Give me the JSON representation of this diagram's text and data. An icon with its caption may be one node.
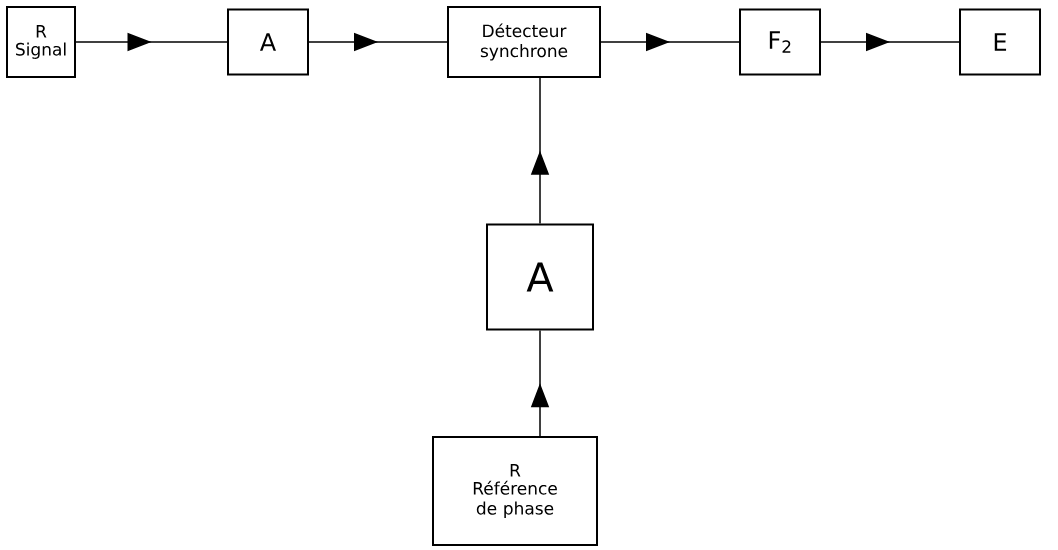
{
  "diagram": {
    "nodes": [
      {
        "text": [
          "R",
          "Signal"
        ]
      },
      {
        "text": [
          "A"
        ]
      },
      {
        "text": [
          "Détecteur synchrone"
        ]
      },
      {
        "text": [
          "F$_{2}$"
        ]
      },
      {
        "text": [
          "E"
        ]
      },
      {
        "text": [
          "A"
        ]
      },
      {
        "text": [
          "R",
          "Référence de phase"
        ]
      }
    ],
    "edges": [
      {
        "from": 0,
        "to": 1,
        "arrow": "to"
      },
      {
        "from": 1,
        "to": 2,
        "arrow": "to"
      },
      {
        "from": 2,
        "to": 3,
        "arrow": "to"
      },
      {
        "from": 3,
        "to": 4,
        "arrow": "to"
      },
      {
        "from": 6,
        "to": 5,
        "arrow": "to"
      },
      {
        "from": 5,
        "to": 2,
        "arrow": "to"
      }
    ]
  }
}
